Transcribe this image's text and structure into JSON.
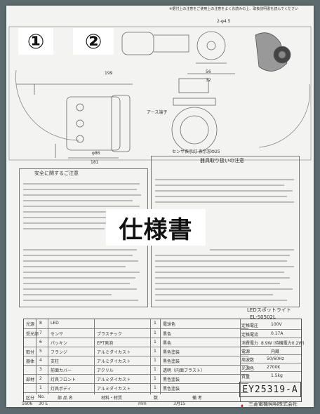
{
  "top_note": "※据付上の注意をご使用上の注意をよくお読みの上、取扱説明書を読んでください",
  "badges": [
    "①",
    "②"
  ],
  "title": "仕様書",
  "dimensions": {
    "d199": "199",
    "d86": "φ86",
    "d181": "181",
    "d56": "56",
    "d32": "32",
    "note_45": "2-φ4.5",
    "earth": "アース端子",
    "sensor_cover": "センサ表示灯 表示窓Ф25"
  },
  "caution_left_title": "安全に関するご注意",
  "caution_right_title": "器具取り扱いの注意",
  "parts_table": {
    "rows": [
      {
        "group": "光源",
        "no": "8",
        "name": "LED",
        "material": "",
        "qty": "1",
        "finish": "電球色"
      },
      {
        "group": "受光部",
        "no": "7",
        "name": "センサ",
        "material": "プラスチック",
        "qty": "1",
        "finish": "黒色"
      },
      {
        "group": "",
        "no": "6",
        "name": "パッキン",
        "material": "EPT発泡",
        "qty": "1",
        "finish": "黒色"
      },
      {
        "group": "取付",
        "no": "5",
        "name": "フランジ",
        "material": "アルミダイカスト",
        "qty": "1",
        "finish": "黒色塗装"
      },
      {
        "group": "器体",
        "no": "4",
        "name": "支柱",
        "material": "アルミダイカスト",
        "qty": "1",
        "finish": "黒色塗装"
      },
      {
        "group": "",
        "no": "3",
        "name": "前面カバー",
        "material": "アクリル",
        "qty": "1",
        "finish": "透明（内面ブラスト）"
      },
      {
        "group": "部材",
        "no": "2",
        "name": "灯具フロント",
        "material": "アルミダイカスト",
        "qty": "1",
        "finish": "黒色塗装"
      },
      {
        "group": "",
        "no": "1",
        "name": "灯具ボディ",
        "material": "アルミダイカスト",
        "qty": "1",
        "finish": "黒色塗装"
      }
    ],
    "header": {
      "group": "区分",
      "no": "No.",
      "name": "部 品 名",
      "material": "材料・材質",
      "qty": "数",
      "finish": "備 考"
    }
  },
  "product": {
    "category": "LEDスポットライト",
    "model_top": "EL-S0502L",
    "model": "EY25319-A",
    "company": "三菱電機照明株式会社"
  },
  "specs": [
    {
      "label": "定格電圧",
      "value": "100V"
    },
    {
      "label": "定格電流",
      "value": "0.17A"
    },
    {
      "label": "消費電力",
      "value": "8.9W (待機電力0.2W)"
    },
    {
      "label": "電源",
      "value": "内蔵"
    },
    {
      "label": "周波数",
      "value": "50/60Hz"
    },
    {
      "label": "光源色",
      "value": "2700K"
    },
    {
      "label": "質量",
      "value": "1.5kg"
    }
  ],
  "footer": {
    "code": "1606",
    "rev": "30 E",
    "scale": "mm",
    "page": "3月15"
  }
}
